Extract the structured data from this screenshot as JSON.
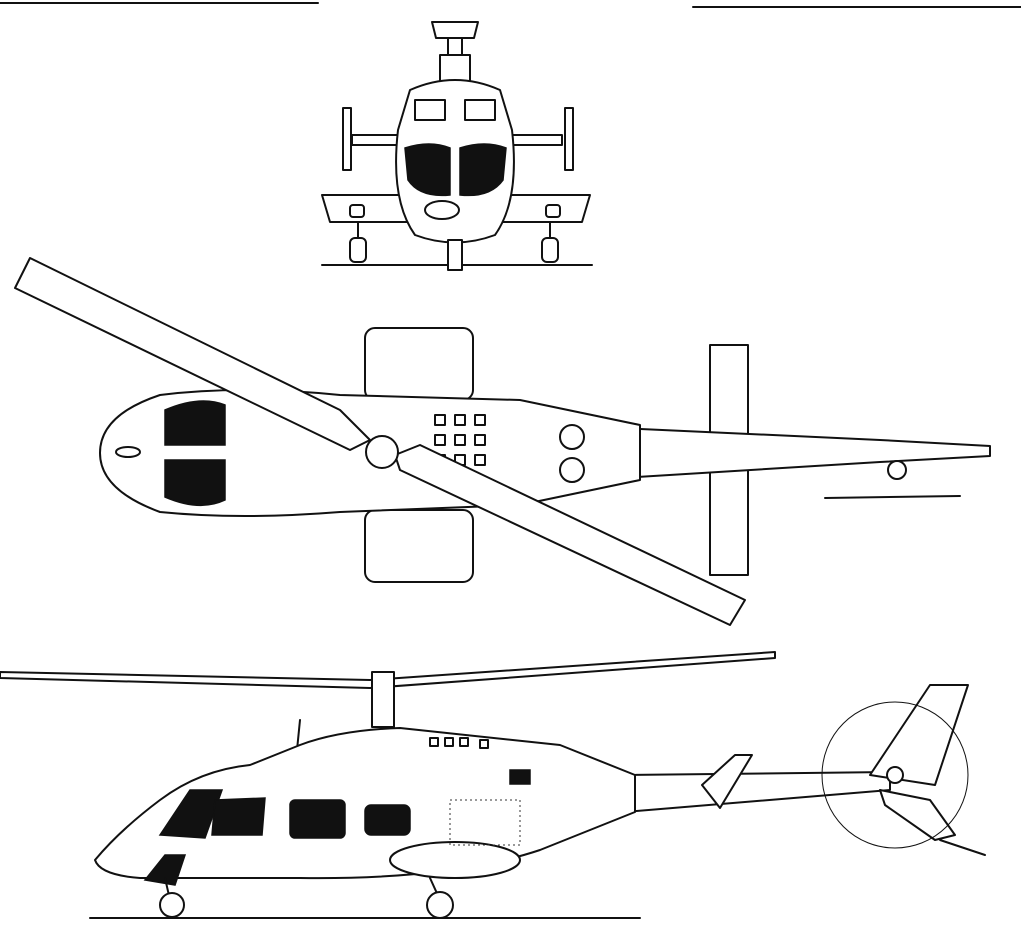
{
  "drawing": {
    "views": [
      "front",
      "top",
      "side"
    ],
    "line_color": "#111111",
    "background_color": "#ffffff"
  }
}
